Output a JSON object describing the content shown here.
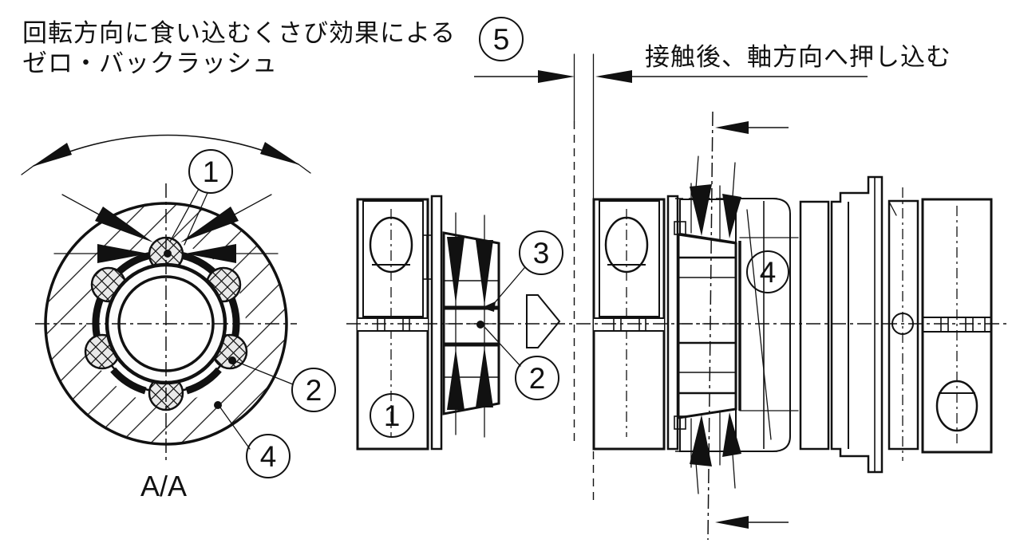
{
  "notes": {
    "wedge_effect_line1": "回転方向に食い込むくさび効果による",
    "wedge_effect_line2": "ゼロ・バックラッシュ",
    "axial_push": "接触後、軸方向へ押し込む"
  },
  "section_label": "A/A",
  "callouts": {
    "one": "1",
    "two": "2",
    "three": "3",
    "four": "4",
    "five": "5"
  },
  "colors": {
    "background": "#ffffff",
    "line": "#111111",
    "metal_light": "#f7f7f7",
    "metal_shadow": "#9a9a9a",
    "cone_light": "#c6c6c6",
    "cone_dark": "#8d8d8d",
    "teeth": "#111111"
  }
}
